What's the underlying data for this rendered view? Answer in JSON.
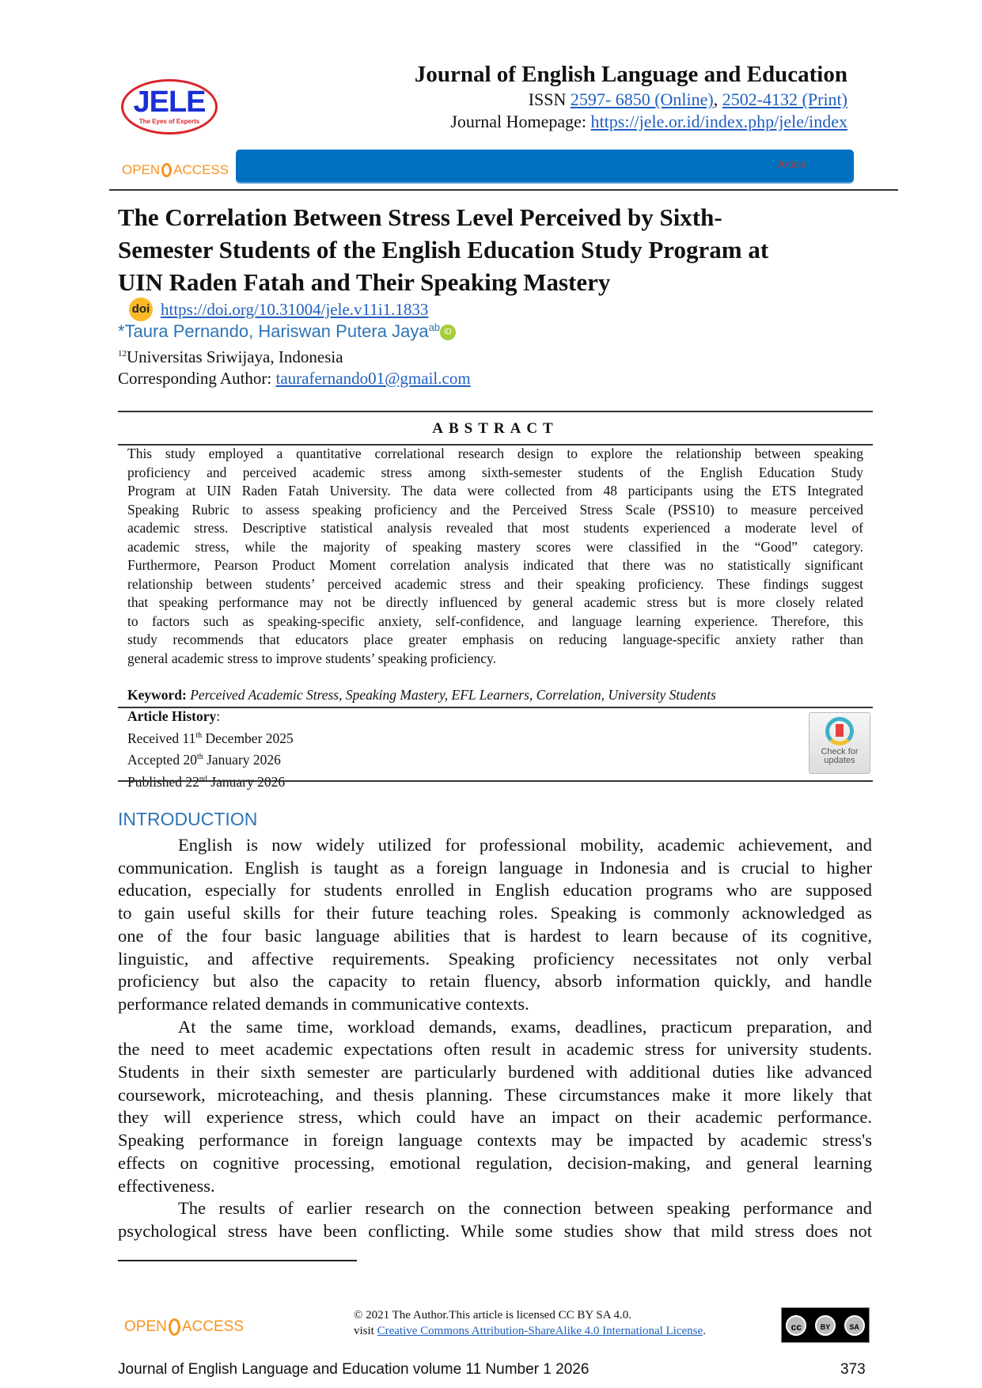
{
  "header": {
    "logo_text": "JELE",
    "logo_tagline": "The Eyes of Experts",
    "journal_title": "Journal of English Language and Education",
    "issn_label": "ISSN",
    "issn_online": "2597- 6850 (Online)",
    "issn_sep": ",",
    "issn_print": "2502-4132 (Print)",
    "homepage_label": "Journal Homepage:",
    "homepage_url": "https://jele.or.id/index.php/jele/index",
    "open_label": "OPEN",
    "access_label": "ACCESS",
    "bar_label": "Article"
  },
  "article": {
    "title_lines": [
      "The Correlation Between Stress Level Perceived by Sixth-",
      "Semester Students of the English Education Study Program at",
      "UIN Raden Fatah and Their Speaking Mastery"
    ],
    "doi_icon_text": "doi",
    "doi_url": "https://doi.org/10.31004/jele.v11i1.1833",
    "authors": "*Taura Pernando, Hariswan Putera Jaya",
    "author_sup": "ab",
    "orcid_text": "iD",
    "affiliation_sup": "12",
    "affiliation": "Universitas Sriwijaya, Indonesia",
    "corresponding_label": "Corresponding Author:",
    "corresponding_email": "taurafernando01@gmail.com"
  },
  "abstract": {
    "heading": "ABSTRACT",
    "lines": [
      "This study employed a quantitative correlational research design to explore the relationship between speaking",
      "proficiency and perceived academic stress among sixth-semester students of the English Education Study",
      "Program at UIN Raden Fatah University. The data were collected from 48 participants using the ETS Integrated",
      "Speaking Rubric to assess speaking proficiency and the Perceived Stress Scale (PSS10) to measure perceived",
      "academic stress. Descriptive statistical analysis revealed that most students experienced a moderate level of",
      "academic stress, while the majority of speaking mastery scores were classified in the “Good” category.",
      "Furthermore, Pearson Product Moment correlation analysis indicated that there was no statistically significant",
      "relationship between students’ perceived academic stress and their speaking proficiency. These findings suggest",
      "that speaking performance may not be directly influenced by general academic stress but is more closely related",
      "to factors such as speaking-specific anxiety, self-confidence, and language learning experience. Therefore, this",
      "study recommends that educators place greater emphasis on reducing language-specific anxiety rather than",
      "general academic stress to improve students’ speaking proficiency."
    ],
    "keyword_label": "Keyword:",
    "keywords": "Perceived Academic Stress, Speaking Mastery, EFL Learners, Correlation, University Students"
  },
  "history": {
    "label": "Article History",
    "colon": ":",
    "received": {
      "pre": "Received 11",
      "sup": "th",
      "post": " December 2025"
    },
    "accepted": {
      "pre": "Accepted 20",
      "sup": "th",
      "post": " January 2026"
    },
    "published": {
      "pre": "Published 22",
      "sup": "nd",
      "post": " January 2026"
    },
    "crossmark_line1": "Check for",
    "crossmark_line2": "updates"
  },
  "introduction": {
    "heading": "INTRODUCTION",
    "paragraphs": [
      [
        "English is now widely utilized for professional mobility, academic achievement, and",
        "communication. English is taught as a foreign language in Indonesia and is crucial to higher",
        "education, especially for students enrolled in English education programs who are supposed",
        "to gain useful skills for their future teaching roles. Speaking is commonly acknowledged as",
        "one of the four basic language abilities that is hardest to learn because of its cognitive,",
        "linguistic, and affective requirements. Speaking proficiency necessitates not only verbal",
        "proficiency but also the capacity to retain fluency, absorb information quickly, and handle",
        "performance related demands in communicative contexts."
      ],
      [
        "At the same time, workload demands, exams, deadlines, practicum preparation, and",
        "the need to meet academic expectations often result in academic stress for university students.",
        "Students in their sixth semester are particularly burdened with additional duties like advanced",
        "coursework, microteaching, and thesis planning. These circumstances make it more likely that",
        "they will experience stress, which could have an impact on their academic performance.",
        "Speaking performance in foreign language contexts may be impacted by academic stress's",
        "effects on cognitive processing, emotional regulation, decision-making, and general learning",
        "effectiveness."
      ],
      [
        "The results of earlier research on the connection between speaking performance and",
        "psychological stress have been conflicting. While some studies show that mild stress does not"
      ]
    ]
  },
  "footer": {
    "license_line1": "© 2021 The Author.This article is licensed CC BY SA 4.0.",
    "license_visit": "visit",
    "license_link": "Creative Commons Attribution-ShareAlike 4.0 International License",
    "license_end": ".",
    "cc_label": "cc",
    "by_label": "BY",
    "sa_label": "SA",
    "journal_line": "Journal of English Language and Education volume 11 Number 1 2026",
    "page_number": "373"
  }
}
